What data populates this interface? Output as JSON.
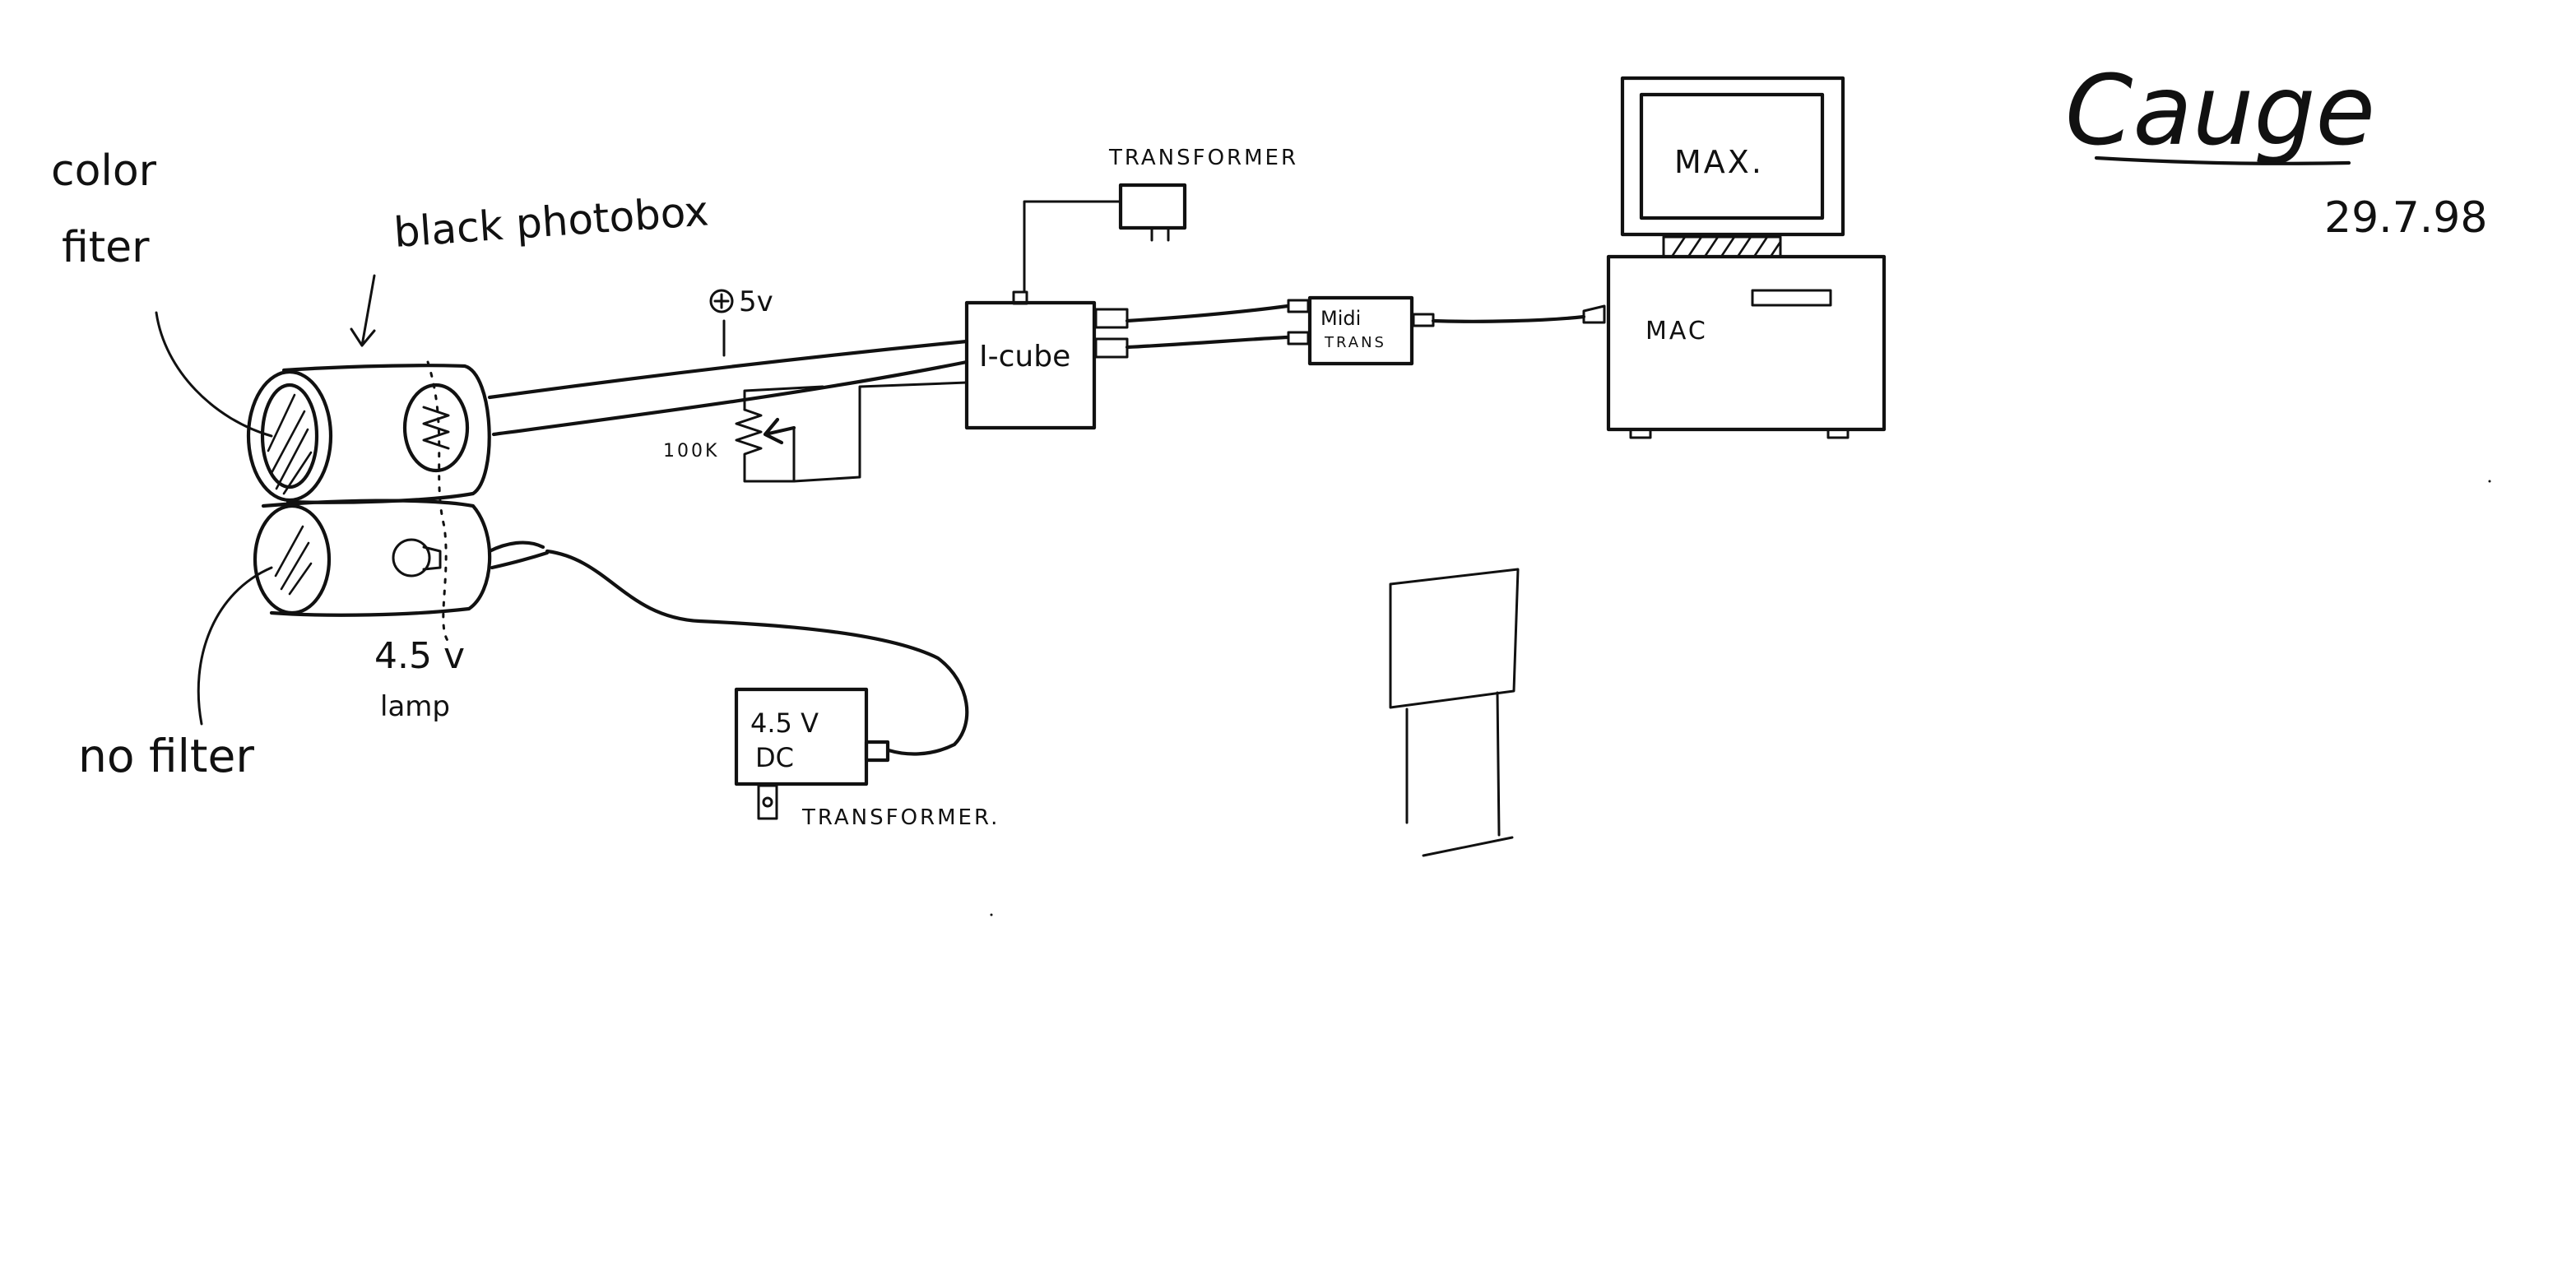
{
  "title": "Cauge",
  "date": "29.7.98",
  "ink_color": "#111111",
  "paper_color": "#ffffff",
  "labels": {
    "color_filter_1": "color",
    "color_filter_2": "fiter",
    "box_label": "black photobox",
    "no_filter": "no filter",
    "lamp_voltage": "4.5 v",
    "lamp": "lamp",
    "plus_5v": "5v",
    "resistor": "100K",
    "icube": "I-cube",
    "transformer_top": "TRANSFORMER",
    "midi_1": "Midi",
    "midi_2": "TRANS",
    "mac": "MAC",
    "max": "MAX.",
    "dc_1": "4.5 V",
    "dc_2": "DC",
    "transformer_bottom": "TRANSFORMER."
  }
}
